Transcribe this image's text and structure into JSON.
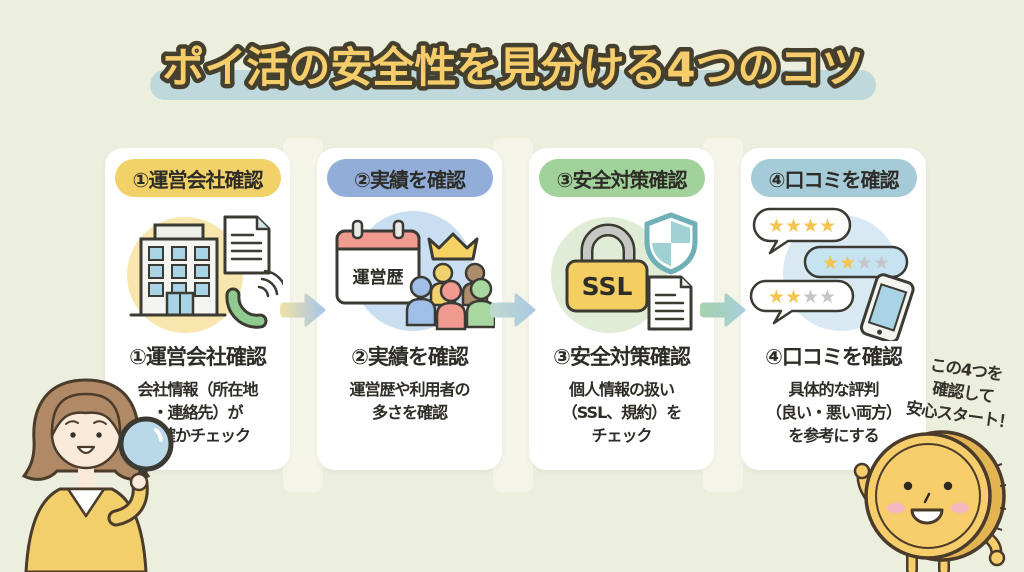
{
  "title": "ポイ活の安全性を見分ける4つのコツ",
  "steps": [
    {
      "badge": "①運営会社確認",
      "heading": "①運営会社確認",
      "description": "会社情報（所在地\n・連絡先）が\n明確かチェック",
      "icon": "building-document-phone",
      "badge_color": "#F2D169"
    },
    {
      "badge": "②実績を確認",
      "heading": "②実績を確認",
      "description": "運営歴や利用者の\n多さを確認",
      "icon": "calendar-crown-people",
      "badge_color": "#91ADD8",
      "calendar_label": "運営歴"
    },
    {
      "badge": "③安全対策確認",
      "heading": "③安全対策確認",
      "description": "個人情報の扱い\n（SSL、規約）を\nチェック",
      "icon": "ssl-lock-shield-document",
      "badge_color": "#A2D29B",
      "lock_label": "SSL"
    },
    {
      "badge": "④口コミを確認",
      "heading": "④口コミを確認",
      "description": "具体的な評判\n（良い・悪い両方）\nを参考にする",
      "icon": "review-bubbles-smartphone",
      "badge_color": "#A5CAD8",
      "bubbles": [
        {
          "filled": "★★★★",
          "empty": ""
        },
        {
          "filled": "★★",
          "empty": "★★"
        },
        {
          "filled": "★★",
          "empty": "★★"
        }
      ]
    }
  ],
  "callout": {
    "text": "この4つを\n確認して\n安心スタート！"
  },
  "characters": {
    "left": "woman-with-magnifying-glass",
    "right": "smiling-coin-mascot"
  },
  "colors": {
    "background": "#ECEEDE",
    "title_text": "#F6CD6A",
    "title_outline": "#45402E",
    "title_bar": "#BED8DC",
    "card_bg": "#FFFFFF",
    "text": "#2E2C26",
    "star_filled": "#F2C452",
    "star_empty": "#C3C7CB"
  }
}
